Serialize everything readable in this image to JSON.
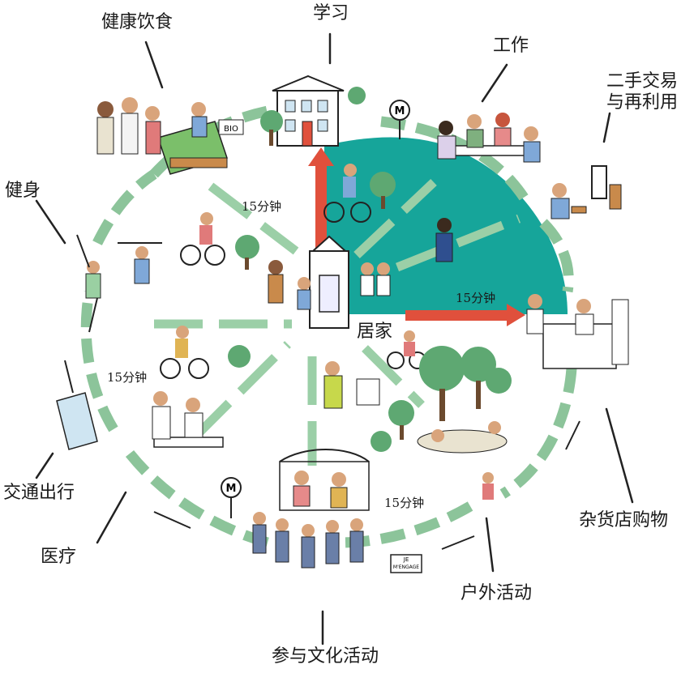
{
  "labels": {
    "study": "学习",
    "healthy_diet": "健康饮食",
    "work": "工作",
    "second_hand": [
      "二手交易",
      "与再利用"
    ],
    "fitness": "健身",
    "home": "居家",
    "transport": "交通出行",
    "medical": "医疗",
    "culture": "参与文化活动",
    "outdoor": "户外活动",
    "grocery": "杂货店购物"
  },
  "time_markers": {
    "top_left": "15分钟",
    "right": "15分钟",
    "left": "15分钟",
    "bottom": "15分钟"
  },
  "signs": {
    "metro": "M",
    "bio": "BIO",
    "je_mengage": [
      "JE",
      "M'ENGAGE"
    ]
  },
  "colors": {
    "teal_area": "#16a59a",
    "ring_green": "#8cc49a",
    "arrow_red": "#e0503c",
    "road": "#dcefe0"
  }
}
